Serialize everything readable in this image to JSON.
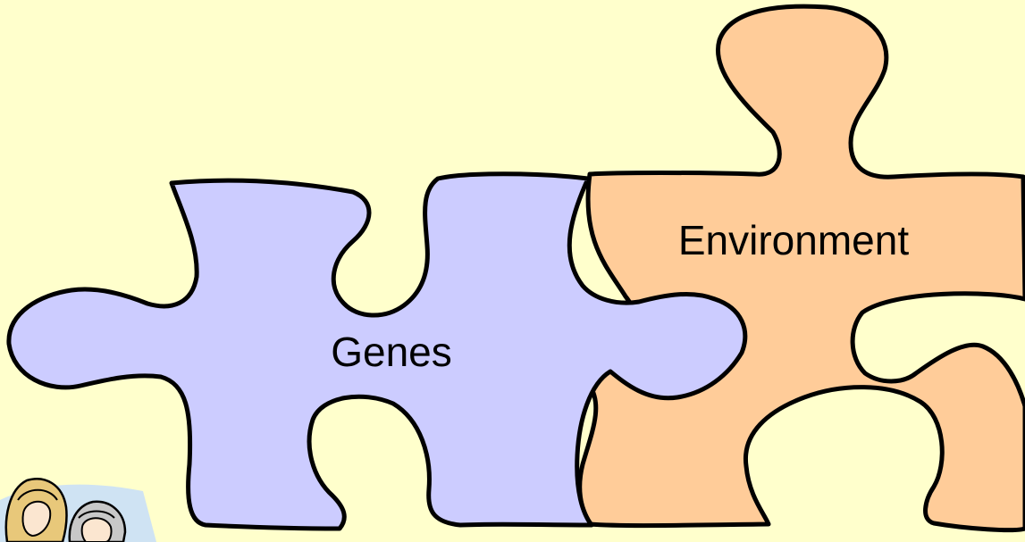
{
  "diagram": {
    "pieces": [
      {
        "id": "genes",
        "label": "Genes",
        "fill": "#ccccff"
      },
      {
        "id": "environment",
        "label": "Environment",
        "fill": "#ffcc99"
      }
    ],
    "outline_color": "#000000",
    "background_color": "#ffffcc",
    "clipart": {
      "icon": "two-people-clipart-icon"
    }
  }
}
